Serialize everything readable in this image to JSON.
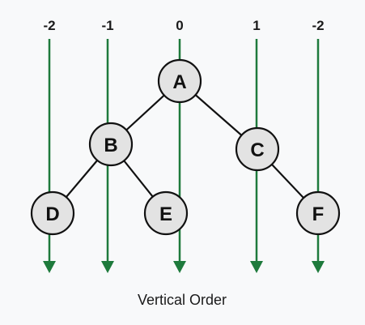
{
  "diagram": {
    "caption": "Vertical Order",
    "colors": {
      "arrow": "#1e7a3c",
      "node_fill": "#e3e3e3",
      "node_stroke": "#111111",
      "edge": "#111111",
      "background": "#f8f9fa"
    },
    "columns": [
      {
        "label": "-2"
      },
      {
        "label": "-1"
      },
      {
        "label": "0"
      },
      {
        "label": "1"
      },
      {
        "label": "-2"
      }
    ],
    "nodes": [
      {
        "label": "A"
      },
      {
        "label": "B"
      },
      {
        "label": "C"
      },
      {
        "label": "D"
      },
      {
        "label": "E"
      },
      {
        "label": "F"
      }
    ],
    "edges": [
      {
        "from": "A",
        "to": "B"
      },
      {
        "from": "A",
        "to": "C"
      },
      {
        "from": "B",
        "to": "D"
      },
      {
        "from": "B",
        "to": "E"
      },
      {
        "from": "C",
        "to": "F"
      }
    ]
  }
}
